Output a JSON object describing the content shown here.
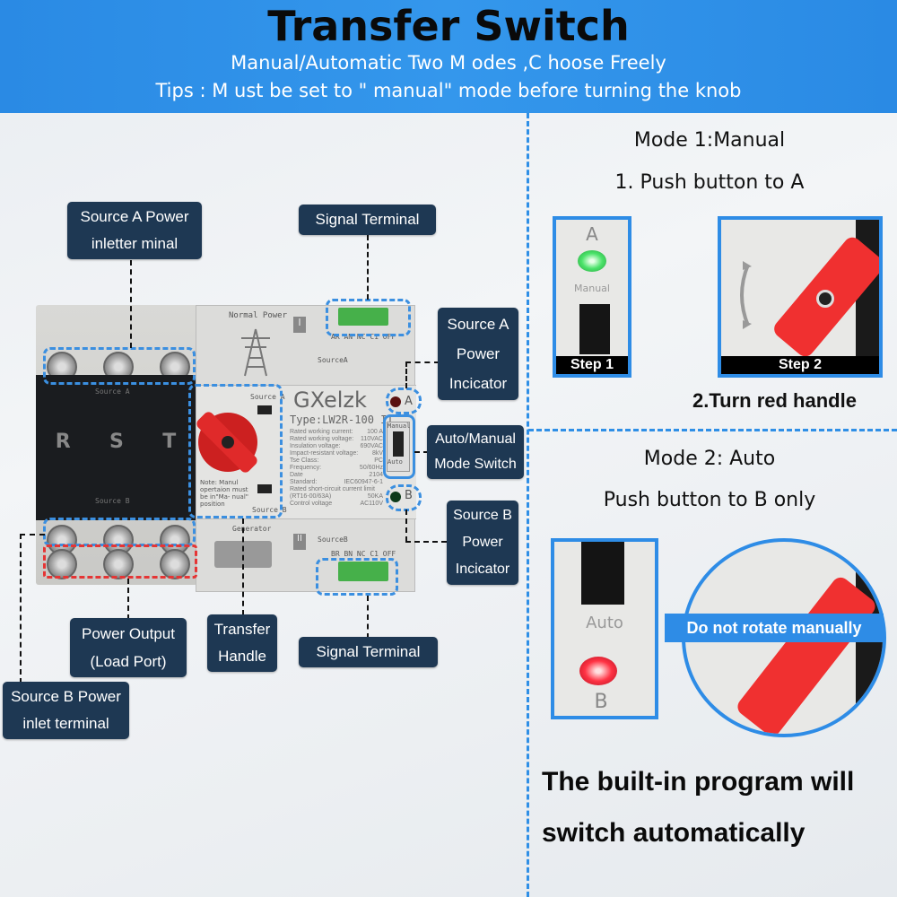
{
  "header": {
    "title": "Transfer Switch",
    "subtitle": "Manual/Automatic Two M odes ,C hoose Freely",
    "tips": "Tips : M ust be set to \" manual\" mode before turning the knob"
  },
  "labels": {
    "source_a_inlet": [
      "Source A Power",
      "inletter minal"
    ],
    "signal_terminal_top": "Signal Terminal",
    "source_a_indicator": [
      "Source A",
      "Power",
      "Incicator"
    ],
    "mode_switch": [
      "Auto/Manual",
      "Mode Switch"
    ],
    "source_b_indicator": [
      "Source B",
      "Power",
      "Incicator"
    ],
    "power_output": [
      "Power Output",
      "(Load Port)"
    ],
    "transfer_handle": [
      "Transfer",
      "Handle"
    ],
    "signal_terminal_bottom": "Signal Terminal",
    "source_b_inlet": [
      "Source B Power",
      "inlet terminal"
    ]
  },
  "device": {
    "phases": [
      "R",
      "S",
      "T"
    ],
    "source_a": "Source A",
    "source_b": "Source B",
    "normal_power": "Normal Power",
    "module_1": "I",
    "module_2": "II",
    "generator": "Generator",
    "terminals_top": "AR  AN  NC  C1  OFF",
    "terminals_bottom": "BR  BN  NC  C1  OFF",
    "source_a_small": "SourceA",
    "source_b_small": "SourceB",
    "brand": "GXelzk",
    "type": "Type:LW2R-100 II",
    "knob_source_a": "Source A",
    "knob_source_b": "Source B",
    "note": "Note: Manul opertaion must be in\"Ma- nual\" position",
    "specs": [
      [
        "Rated working current:",
        "100 A"
      ],
      [
        "Rated working voltage:",
        "110VAC"
      ],
      [
        "Insulation voltage:",
        "690VAC"
      ],
      [
        "Impact-resistant voltage:",
        "8kV"
      ],
      [
        "Tse Class:",
        "PC"
      ],
      [
        "Frequency:",
        "50/60Hz"
      ],
      [
        "Date",
        "2104"
      ],
      [
        "Standard:",
        "IEC60947-6-1"
      ],
      [
        "Rated short-circuit current limit",
        ""
      ],
      [
        "(RT16-00/63A)",
        "50KA"
      ],
      [
        "Control voltage",
        "AC110V"
      ]
    ],
    "ind_a": "A",
    "ind_b": "B",
    "switch_manual": "Manual",
    "switch_auto": "Auto"
  },
  "mode1": {
    "title": "Mode 1:Manual",
    "step_text": "1. Push button to A",
    "step1_letter": "A",
    "step1_switch": "Manual",
    "step1_label": "Step 1",
    "step2_label": "Step 2",
    "turn_text": "2.Turn red handle"
  },
  "mode2": {
    "title": "Mode 2: Auto",
    "step_text": "Push button to B only",
    "switch_label": "Auto",
    "letter": "B",
    "warning": "Do not rotate manually",
    "footer": [
      "The built-in program will",
      "switch automatically"
    ]
  },
  "colors": {
    "header": "#2a8ae4",
    "label_bg": "#1e3853",
    "dash_blue": "#3b8fe0",
    "dash_red": "#e53535",
    "handle_red": "#e02a2a",
    "led_green": "#4be36a",
    "led_red": "#ff3344"
  }
}
